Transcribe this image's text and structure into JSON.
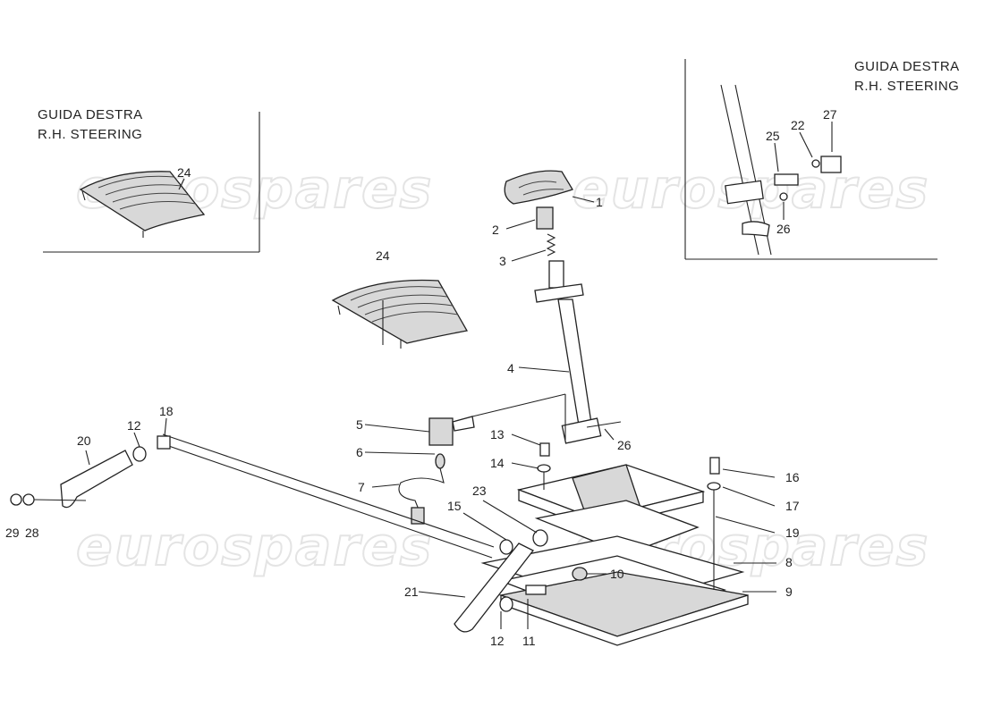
{
  "insets": [
    {
      "id": "left",
      "title_line1": "GUIDA DESTRA",
      "title_line2": "R.H. STEERING"
    },
    {
      "id": "right",
      "title_line1": "GUIDA DESTRA",
      "title_line2": "R.H. STEERING"
    }
  ],
  "watermark": "eurospares",
  "callouts": {
    "c1": "1",
    "c2": "2",
    "c3": "3",
    "c4": "4",
    "c5": "5",
    "c6": "6",
    "c7": "7",
    "c8": "8",
    "c9": "9",
    "c10": "10",
    "c11": "11",
    "c12a": "12",
    "c12b": "12",
    "c13": "13",
    "c14": "14",
    "c15": "15",
    "c16": "16",
    "c17": "17",
    "c18": "18",
    "c19": "19",
    "c20": "20",
    "c21": "21",
    "c22": "22",
    "c23": "23",
    "c24a": "24",
    "c24b": "24",
    "c25": "25",
    "c26a": "26",
    "c26b": "26",
    "c27": "27",
    "c28": "28",
    "c29": "29"
  }
}
